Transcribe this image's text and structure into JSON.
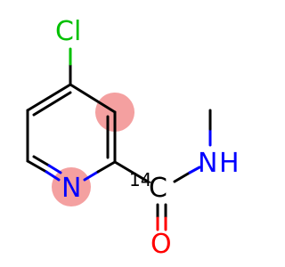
{
  "molecule": {
    "atoms": {
      "chlorine": {
        "symbol": "Cl",
        "color": "#00c000"
      },
      "ring_nitrogen": {
        "symbol": "N",
        "color": "#0000ff"
      },
      "amide_nitrogen": {
        "symbol": "N",
        "color": "#0000ff"
      },
      "amide_hydrogen": {
        "symbol": "H",
        "color": "#0000ff"
      },
      "oxygen": {
        "symbol": "O",
        "color": "#ff0000"
      },
      "carbonyl_carbon": {
        "symbol": "C",
        "color": "#000000",
        "isotope": "14"
      }
    },
    "highlight_color": "#f4a0a0",
    "bond_color": "#000000"
  }
}
